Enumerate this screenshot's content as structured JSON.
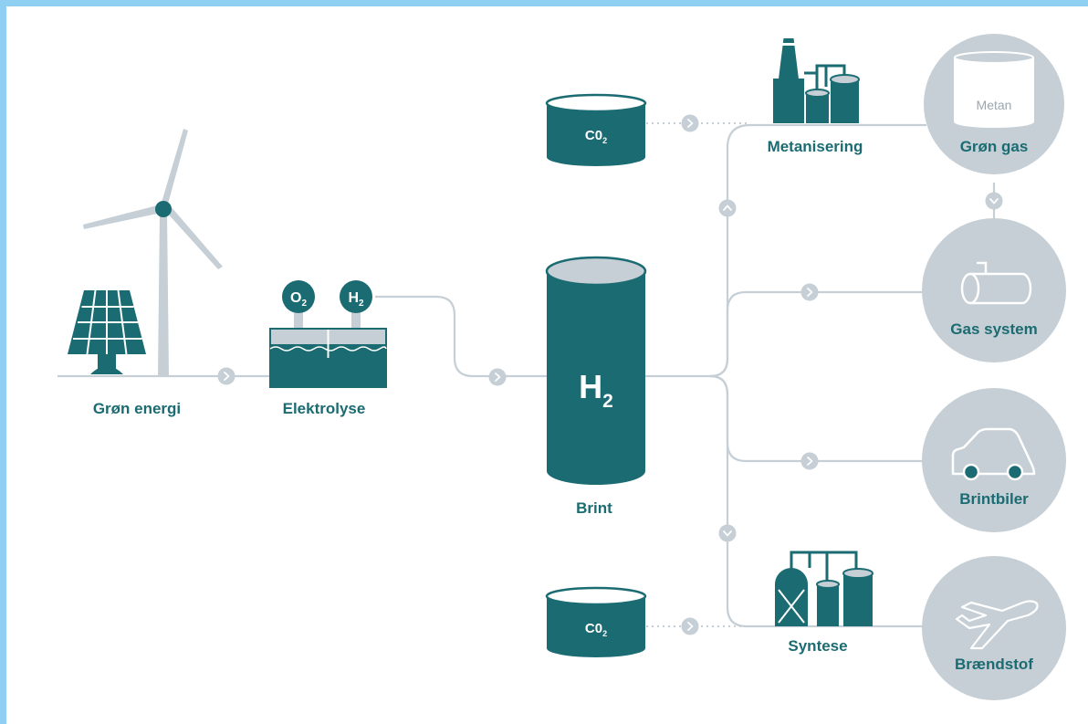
{
  "labels": {
    "green_energy": "Grøn energi",
    "electrolysis": "Elektrolyse",
    "hydrogen": "Brint",
    "methanation": "Metanisering",
    "synthesis": "Syntese",
    "green_gas": "Grøn gas",
    "gas_system": "Gas system",
    "hydrogen_cars": "Brintbiler",
    "fuel": "Brændstof",
    "methane": "Metan"
  },
  "chem": {
    "o2": "O",
    "o2_sub": "2",
    "h2": "H",
    "h2_sub": "2",
    "co2": "C0",
    "co2_sub": "2"
  },
  "colors": {
    "teal": "#1b6b72",
    "line_grey": "#c5cfd5",
    "background": "#ffffff",
    "border": "#8fd0f2"
  },
  "icons": [
    "wind-turbine-icon",
    "solar-panel-icon",
    "electrolyser-icon",
    "factory-icon",
    "synthesis-plant-icon",
    "gas-tank-icon",
    "pipeline-valve-icon",
    "car-icon",
    "airplane-icon"
  ]
}
